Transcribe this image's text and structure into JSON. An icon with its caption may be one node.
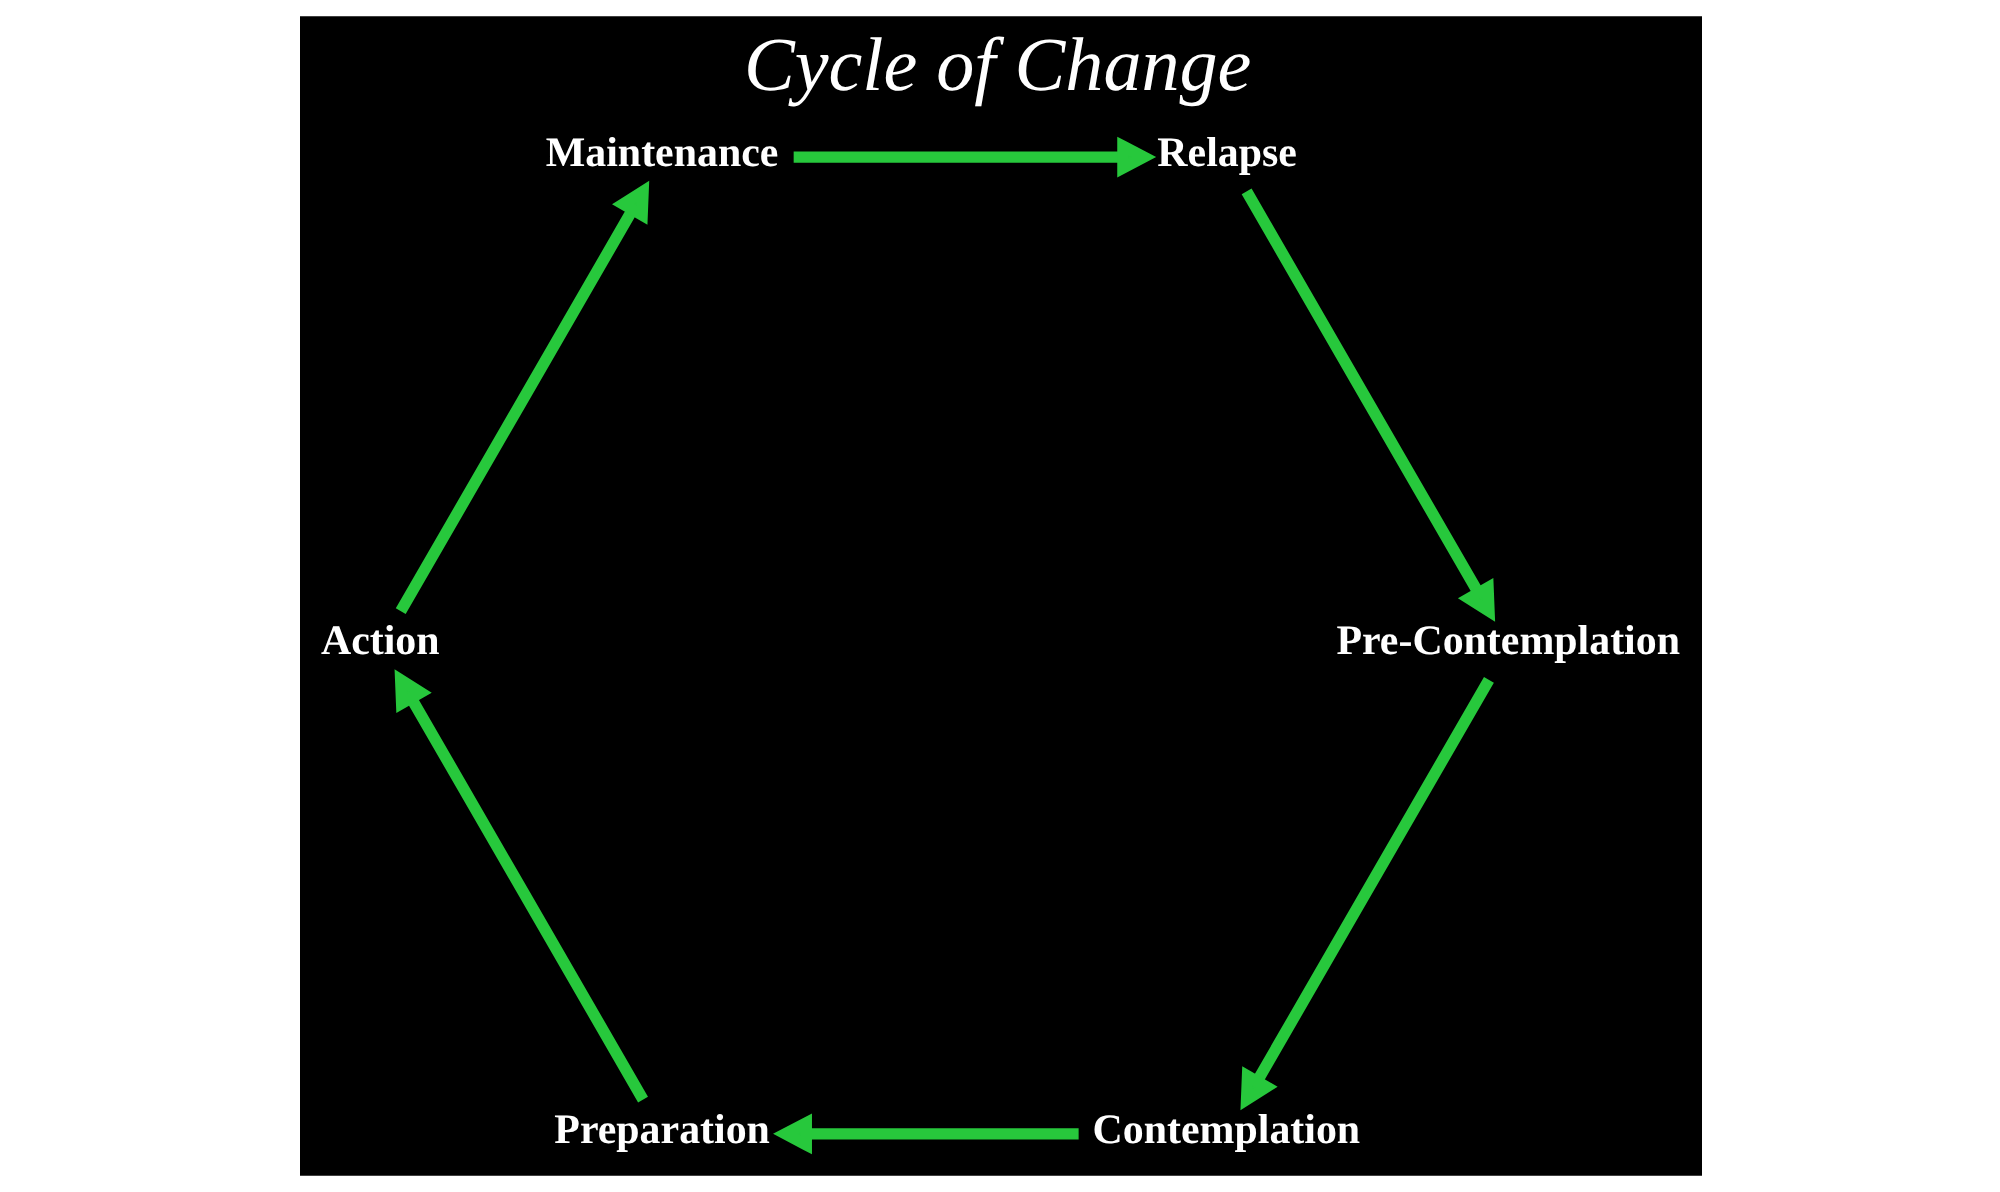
{
  "diagram": {
    "title": "Cycle of Change",
    "nodes": [
      {
        "text": [
          "Contemplation"
        ]
      },
      {
        "text": [
          "Pre-Contemplation"
        ]
      },
      {
        "text": [
          "Preparation"
        ]
      },
      {
        "text": [
          "Action"
        ]
      },
      {
        "text": [
          "Relapse"
        ]
      },
      {
        "text": [
          "Maintenance"
        ]
      }
    ],
    "edges": [
      {
        "from": 1,
        "to": 0,
        "arrow": "to"
      },
      {
        "from": 0,
        "to": 2,
        "arrow": "to"
      },
      {
        "from": 2,
        "to": 3,
        "arrow": "to"
      },
      {
        "from": 3,
        "to": 5,
        "arrow": "to"
      },
      {
        "from": 5,
        "to": 4,
        "arrow": "to"
      },
      {
        "from": 4,
        "to": 1,
        "arrow": "to"
      }
    ]
  }
}
